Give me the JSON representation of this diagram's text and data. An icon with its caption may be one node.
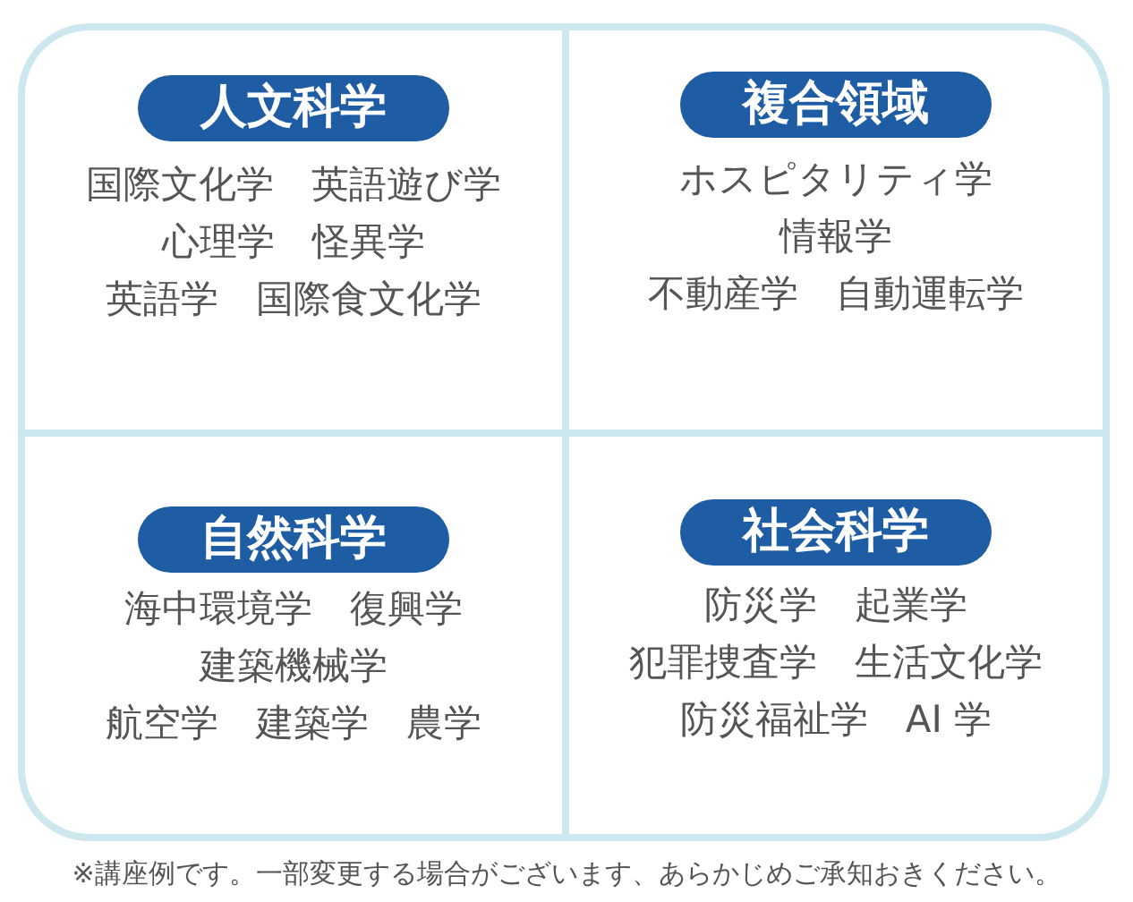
{
  "diagram": {
    "caption": "※講座例です。一部変更する場合がございます、あらかじめご承知おきください。",
    "nodes": [
      {
        "text": [
          "国際文化学　英語遊び学",
          "心理学　怪異学",
          "英語学　国際食文化学"
        ]
      },
      {
        "text": [
          "人文科学"
        ],
        "in": 0
      },
      {
        "text": [
          "ホスピタリティ学",
          "情報学",
          "不動産学　自動運転学"
        ]
      },
      {
        "text": [
          "複合領域"
        ],
        "in": 2
      },
      {
        "text": [
          "海中環境学　復興学",
          "建築機械学",
          "航空学　建築学　農学"
        ]
      },
      {
        "text": [
          "自然科学"
        ],
        "in": 4
      },
      {
        "text": [
          "防災学　起業学",
          "犯罪捜査学　生活文化学",
          "防災福祉学　AI 学"
        ]
      },
      {
        "text": [
          "社会科学"
        ],
        "in": 6
      }
    ]
  }
}
